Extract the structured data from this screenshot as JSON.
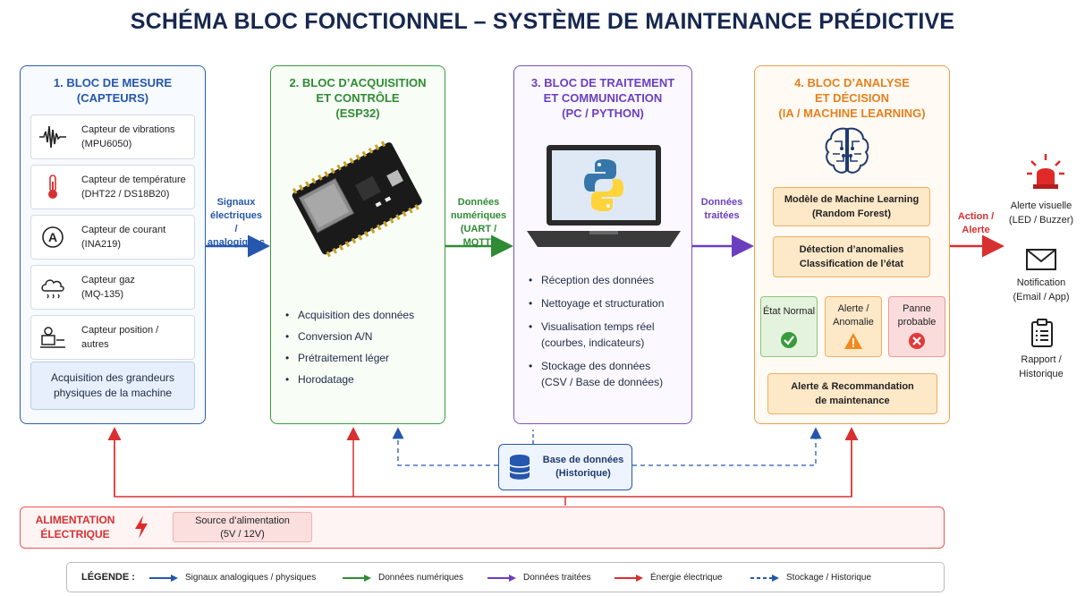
{
  "title": "SCHÉMA BLOC FONCTIONNEL – SYSTÈME DE MAINTENANCE PRÉDICTIVE",
  "blocks": {
    "mesure": {
      "heading": [
        "1. BLOC DE MESURE",
        "(CAPTEURS)"
      ],
      "sensors": [
        {
          "name": "Capteur de vibrations",
          "model": "(MPU6050)",
          "icon": "vibration-icon"
        },
        {
          "name": "Capteur de température",
          "model": "(DHT22 / DS18B20)",
          "icon": "thermometer-icon"
        },
        {
          "name": "Capteur de courant",
          "model": "(INA219)",
          "icon": "ammeter-icon"
        },
        {
          "name": "Capteur gaz",
          "model": "(MQ-135)",
          "icon": "gas-cloud-icon"
        },
        {
          "name": "Capteur position /",
          "model": "autres",
          "icon": "position-sensor-icon"
        }
      ],
      "summary": [
        "Acquisition des grandeurs",
        "physiques de la machine"
      ]
    },
    "acquisition": {
      "heading": [
        "2. BLOC D’ACQUISITION",
        "ET CONTRÔLE",
        "(ESP32)"
      ],
      "image_icon": "esp32-board-icon",
      "bullets": [
        "Acquisition des données",
        "Conversion A/N",
        "Prétraitement léger",
        "Horodatage"
      ]
    },
    "traitement": {
      "heading": [
        "3. BLOC DE TRAITEMENT",
        "ET COMMUNICATION",
        "(PC / PYTHON)"
      ],
      "image_icon": "laptop-python-icon",
      "bullets": [
        [
          "Réception des données"
        ],
        [
          "Nettoyage et structuration"
        ],
        [
          "Visualisation temps réel",
          "(courbes, indicateurs)"
        ],
        [
          "Stockage des données",
          "(CSV / Base de données)"
        ]
      ]
    },
    "analyse": {
      "heading": [
        "4. BLOC D’ANALYSE",
        "ET DÉCISION",
        "(IA / MACHINE LEARNING)"
      ],
      "image_icon": "brain-circuit-icon",
      "model_box": [
        "Modèle de Machine Learning",
        "(Random Forest)"
      ],
      "detect_box": [
        "Détection d’anomalies",
        "Classification de l’état"
      ],
      "states": [
        {
          "label": [
            "État Normal"
          ],
          "icon": "check-circle-icon"
        },
        {
          "label": [
            "Alerte /",
            "Anomalie"
          ],
          "icon": "warning-triangle-icon"
        },
        {
          "label": [
            "Panne",
            "probable"
          ],
          "icon": "x-circle-icon"
        }
      ],
      "alert_box": [
        "Alerte & Recommandation",
        "de maintenance"
      ]
    }
  },
  "connectors": {
    "c1": [
      "Signaux",
      "électriques",
      "/ analogiques"
    ],
    "c2": [
      "Données",
      "numériques",
      "(UART / MQTT)"
    ],
    "c3": [
      "Données",
      "traitées"
    ],
    "c4": [
      "Action /",
      "Alerte"
    ]
  },
  "outputs": [
    {
      "label": [
        "Alerte visuelle",
        "(LED / Buzzer)"
      ],
      "icon": "siren-icon"
    },
    {
      "label": [
        "Notification",
        "(Email / App)"
      ],
      "icon": "envelope-icon"
    },
    {
      "label": [
        "Rapport /",
        "Historique"
      ],
      "icon": "clipboard-icon"
    }
  ],
  "database": {
    "label": [
      "Base de données",
      "(Historique)"
    ],
    "icon": "database-icon"
  },
  "power": {
    "title": [
      "ALIMENTATION",
      "ÉLECTRIQUE"
    ],
    "icon": "lightning-icon",
    "source": [
      "Source d’alimentation",
      "(5V / 12V)"
    ]
  },
  "legend": {
    "title": "LÉGENDE :",
    "items": [
      {
        "label": "Signaux analogiques / physiques",
        "color": "#2457ad",
        "style": "solid"
      },
      {
        "label": "Données numériques",
        "color": "#2f8b34",
        "style": "solid"
      },
      {
        "label": "Données traitées",
        "color": "#6a3fbf",
        "style": "solid"
      },
      {
        "label": "Énergie électrique",
        "color": "#d83030",
        "style": "solid"
      },
      {
        "label": "Stockage / Historique",
        "color": "#2457ad",
        "style": "dashed"
      }
    ]
  },
  "colors": {
    "blue": "#2457ad",
    "green": "#2f8b34",
    "purple": "#6a3fbf",
    "orange": "#e5801f",
    "red": "#d83030"
  }
}
